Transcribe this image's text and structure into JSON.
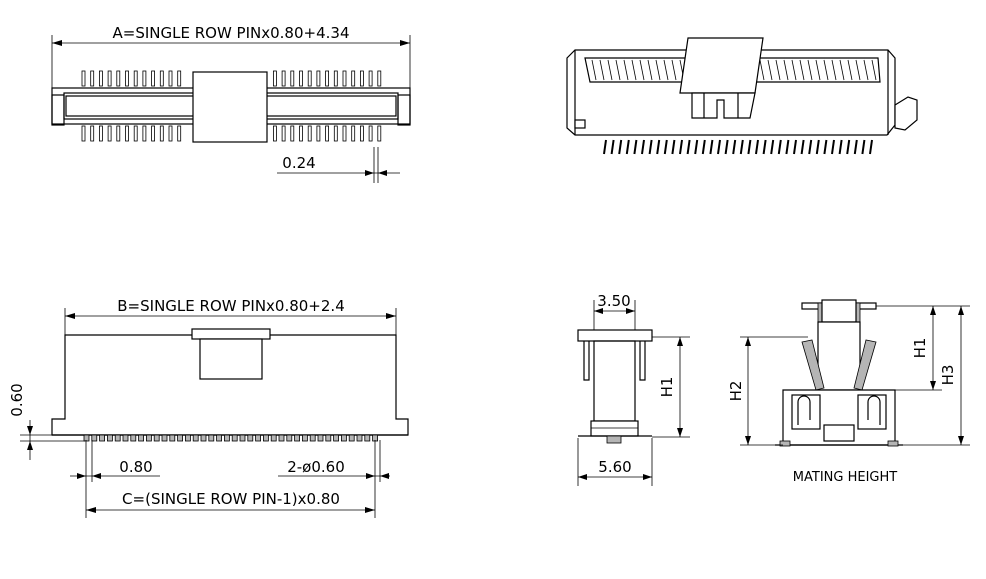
{
  "labels": {
    "dim_a": "A=SINGLE ROW PINx0.80+4.34",
    "dim_b": "B=SINGLE ROW PINx0.80+2.4",
    "dim_c": "C=(SINGLE ROW PIN-1)x0.80",
    "dim_024": "0.24",
    "dim_060": "0.60",
    "dim_080": "0.80",
    "dim_holes": "2-ø0.60",
    "dim_350": "3.50",
    "dim_560": "5.60",
    "dim_h1_side": "H1",
    "dim_h1_mate": "H1",
    "dim_h2": "H2",
    "dim_h3": "H3",
    "mating_height": "MATING HEIGHT"
  },
  "colors": {
    "line": "#000000",
    "background": "#ffffff",
    "shade": "#b5b5b5"
  }
}
